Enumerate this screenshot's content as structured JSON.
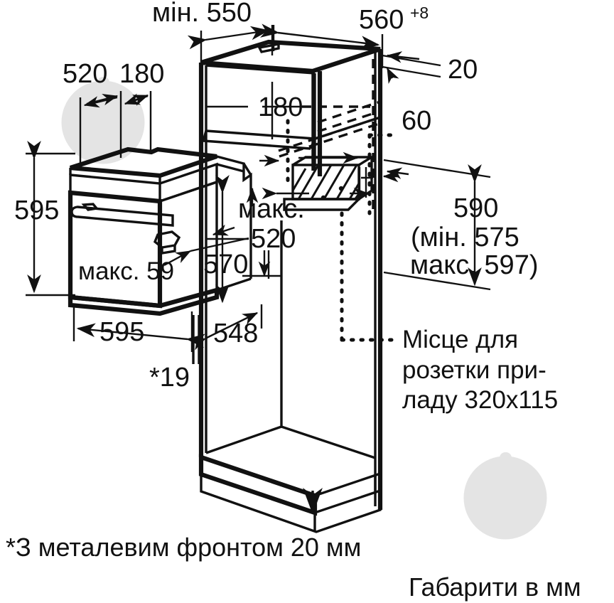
{
  "document": {
    "type": "technical-installation-diagram",
    "subject": "Built-in oven niche dimensions",
    "units_note": "Габарити в мм",
    "footnote": "*З металевим фронтом 20 мм"
  },
  "dimensions": {
    "niche_depth_min": "мін. 550",
    "niche_width": "560",
    "niche_width_tolerance": "+8",
    "front_thickness": "20",
    "top_gap": "180",
    "side_gap": "60",
    "oven_height": "595",
    "oven_width": "595",
    "oven_depth_body": "548",
    "oven_depth_total": "570",
    "handle_depth_max": "макс. 59",
    "shelf_depth_max_line1": "макс.",
    "shelf_depth_max_line2": "520",
    "metal_front_offset": "*19",
    "niche_height": "590",
    "niche_height_min": "(мін. 575",
    "niche_height_max": "макс. 597)"
  },
  "annotations": {
    "socket_line1": "Місце для",
    "socket_line2": "розетки при-",
    "socket_line3": "ладу 320х115"
  },
  "colors": {
    "ink": "#111111",
    "background": "#ffffff",
    "watermark": "#e4e4e4"
  },
  "watermarks": [
    {
      "name": "plumb-bob-watermark-left"
    },
    {
      "name": "plumb-bob-watermark-right"
    }
  ]
}
